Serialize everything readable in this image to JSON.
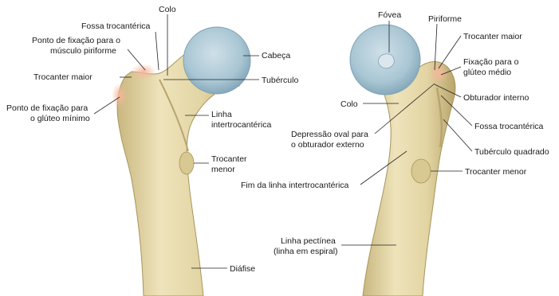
{
  "colors": {
    "bone": "#e8ddb0",
    "bone_shadow": "#c8b680",
    "bone_dark": "#a8955c",
    "cartilage": "#a9c6d4",
    "cartilage_edge": "#7fa3b5",
    "attachment": "#f2b39a",
    "leader": "#222222"
  },
  "left_view": {
    "labels": {
      "colo": "Colo",
      "fossa_trocanterica": "Fossa trocantérica",
      "ponto_piriforme_1": "Ponto de fixação para o",
      "ponto_piriforme_2": "músculo piriforme",
      "trocanter_maior": "Trocanter maior",
      "ponto_gluteo_1": "Ponto de fixação para",
      "ponto_gluteo_2": "o glúteo mínimo",
      "cabeca": "Cabeça",
      "tuberculo": "Tubérculo",
      "linha_intertroc_1": "Linha",
      "linha_intertroc_2": "intertrocantérica",
      "trocanter_menor_1": "Trocanter",
      "trocanter_menor_2": "menor",
      "diafise": "Diáfise"
    }
  },
  "right_view": {
    "labels": {
      "fovea": "Fóvea",
      "piriforme": "Piriforme",
      "trocanter_maior": "Trocanter maior",
      "fixacao_gluteo_1": "Fixação para o",
      "fixacao_gluteo_2": "glúteo médio",
      "obturador_interno": "Obturador interno",
      "colo": "Colo",
      "fossa_trocanterica": "Fossa trocantérica",
      "depressao_1": "Depressão oval para",
      "depressao_2": "o obturador externo",
      "tuberculo_quadrado": "Tubérculo quadrado",
      "trocanter_menor": "Trocanter menor",
      "fim_linha": "Fim da linha intertrocantérica",
      "linha_pectinea_1": "Linha pectínea",
      "linha_pectinea_2": "(linha em espiral)"
    }
  }
}
